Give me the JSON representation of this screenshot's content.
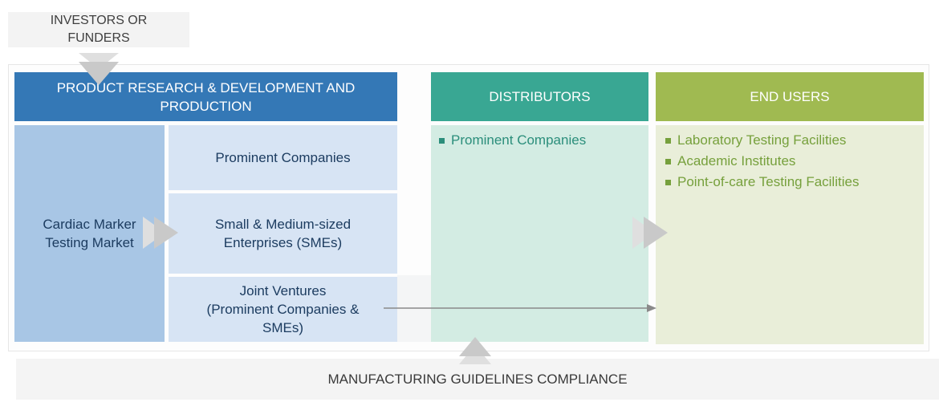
{
  "investors": {
    "label": "INVESTORS OR\nFUNDERS"
  },
  "rd": {
    "header": "PRODUCT RESEARCH & DEVELOPMENT AND\nPRODUCTION",
    "market_box": "Cardiac Marker\nTesting Market",
    "sub_boxes": [
      "Prominent Companies",
      "Small & Medium-sized\nEnterprises (SMEs)",
      "Joint Ventures\n(Prominent Companies &\nSMEs)"
    ]
  },
  "distributors": {
    "header": "DISTRIBUTORS",
    "items": [
      "Prominent Companies"
    ]
  },
  "end_users": {
    "header": "END USERS",
    "items": [
      "Laboratory Testing Facilities",
      "Academic Institutes",
      "Point-of-care Testing Facilities"
    ]
  },
  "compliance": {
    "label": "MANUFACTURING GUIDELINES COMPLIANCE"
  },
  "colors": {
    "blue_header": "#3478b6",
    "blue_market_box": "#a8c6e5",
    "light_blue_box": "#d7e4f4",
    "navy_text": "#1c3c60",
    "teal_header": "#39a793",
    "teal_body": "#d3ece3",
    "teal_text": "#2b8e7b",
    "green_header": "#a0ba51",
    "green_body": "#e9eed9",
    "green_text": "#76a03c",
    "gray_box": "#f3f3f3",
    "dark_text": "#3f3f3f",
    "arrow_front": "#c9c9c9",
    "arrow_back": "#dfdfdf",
    "line_arrow": "#8a8a8a"
  },
  "icons": {
    "down_arrow": "down-arrow",
    "up_arrow": "up-arrow",
    "right_arrow": "right-arrow",
    "line_arrow": "line-arrow-right"
  }
}
